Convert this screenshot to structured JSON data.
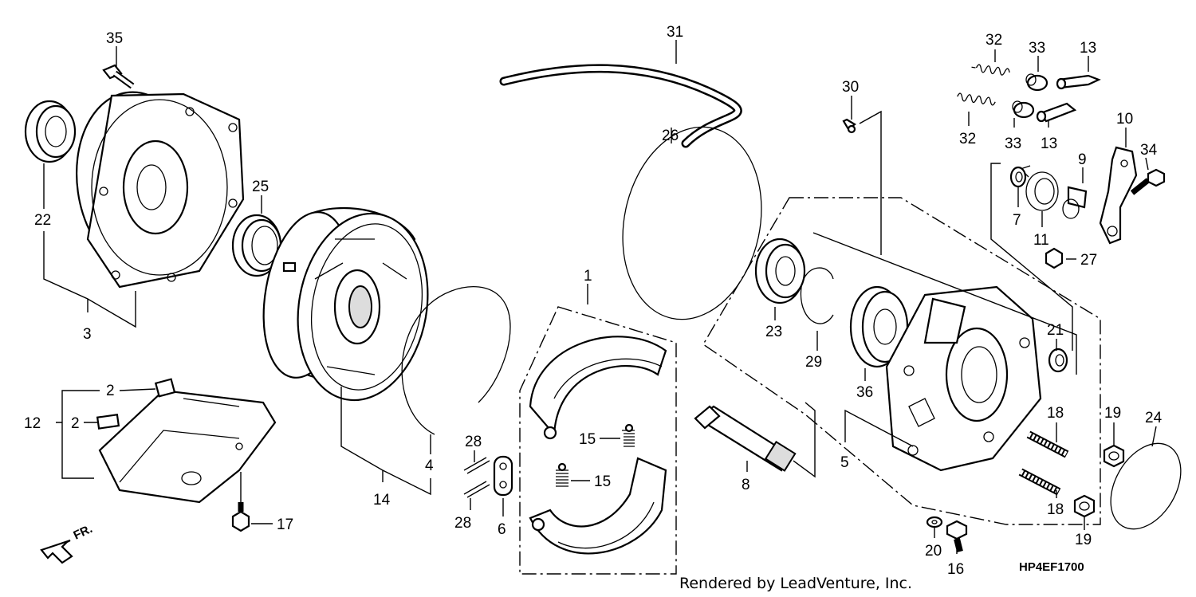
{
  "labels": {
    "l1": "1",
    "l2a": "2",
    "l2b": "2",
    "l3": "3",
    "l4": "4",
    "l5": "5",
    "l6": "6",
    "l7": "7",
    "l8": "8",
    "l9": "9",
    "l10": "10",
    "l11": "11",
    "l12": "12",
    "l13a": "13",
    "l13b": "13",
    "l14": "14",
    "l15a": "15",
    "l15b": "15",
    "l16": "16",
    "l17": "17",
    "l18a": "18",
    "l18b": "18",
    "l19a": "19",
    "l19b": "19",
    "l20": "20",
    "l21": "21",
    "l22": "22",
    "l23": "23",
    "l24": "24",
    "l25": "25",
    "l26": "26",
    "l27": "27",
    "l28a": "28",
    "l28b": "28",
    "l29": "29",
    "l30": "30",
    "l31": "31",
    "l32a": "32",
    "l32b": "32",
    "l33a": "33",
    "l33b": "33",
    "l34": "34",
    "l35": "35",
    "l36": "36"
  },
  "front_arrow": "FR.",
  "footer": "Rendered by LeadVenture, Inc.",
  "diagram_code": "HP4EF1700"
}
